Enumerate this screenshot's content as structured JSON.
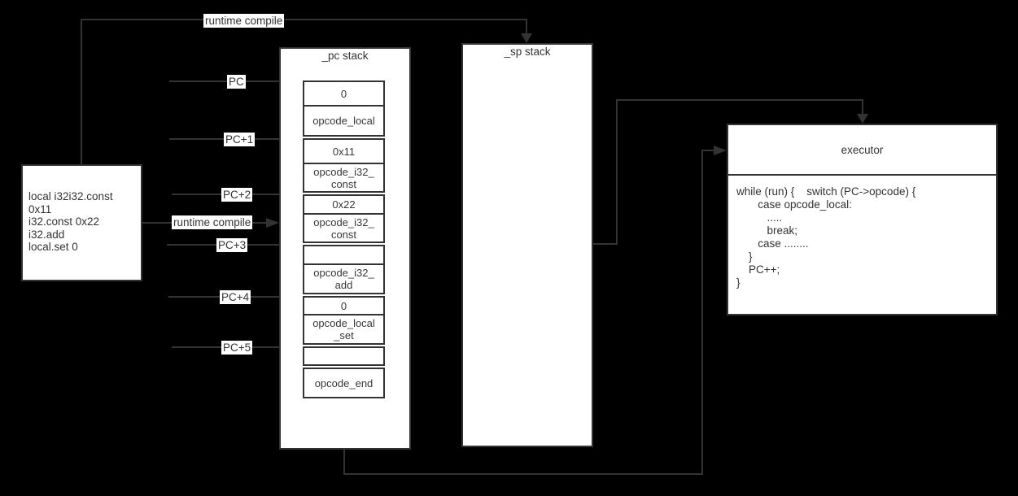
{
  "source_box": {
    "code": "local i32i32.const\n0x11\ni32.const 0x22\ni32.add\nlocal.set 0"
  },
  "pc_stack": {
    "title": "_pc stack",
    "cells": [
      {
        "label": "0"
      },
      {
        "label": "opcode_local"
      },
      {
        "label": "0x11"
      },
      {
        "label": "opcode_i32_\nconst"
      },
      {
        "label": "0x22"
      },
      {
        "label": "opcode_i32_\nconst"
      },
      {
        "label": ""
      },
      {
        "label": "opcode_i32_\nadd"
      },
      {
        "label": "0"
      },
      {
        "label": "opcode_local\n_set"
      },
      {
        "label": ""
      },
      {
        "label": "opcode_end"
      }
    ]
  },
  "sp_stack": {
    "title": "_sp stack"
  },
  "executor": {
    "title": "executor",
    "code": "while (run) {    switch (PC->opcode) {\n       case opcode_local:\n          .....\n          break;\n       case ........\n    }\n    PC++;\n}"
  },
  "arrow_labels": {
    "runtime_compile_top": "runtime compile",
    "runtime_compile_mid": "runtime compile",
    "pc": "PC",
    "pc_1": "PC+1",
    "pc_2": "PC+2",
    "pc_3": "PC+3",
    "pc_4": "PC+4",
    "pc_5": "PC+5"
  },
  "colors": {
    "background": "#000000",
    "box_background": "#ffffff",
    "line": "#333333",
    "text": "#333333"
  }
}
